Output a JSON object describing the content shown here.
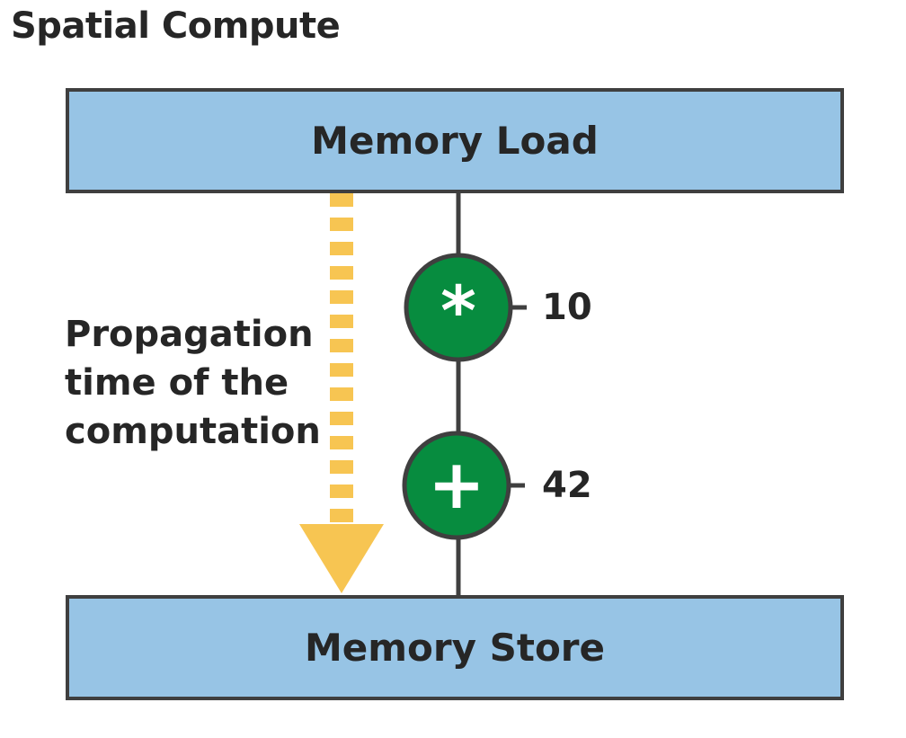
{
  "title": "Spatial Compute",
  "memory_load": {
    "label": "Memory Load"
  },
  "memory_store": {
    "label": "Memory Store"
  },
  "propagation_label": [
    "Propagation",
    "time of the",
    "computation"
  ],
  "operations": [
    {
      "symbol": "*",
      "operand": "10"
    },
    {
      "symbol": "+",
      "operand": "42"
    }
  ],
  "colors": {
    "memory_box": "#97c4e5",
    "border": "#3f3f3f",
    "operation_node": "#078c3f",
    "propagation_arrow": "#f7c552",
    "text": "#262626"
  }
}
